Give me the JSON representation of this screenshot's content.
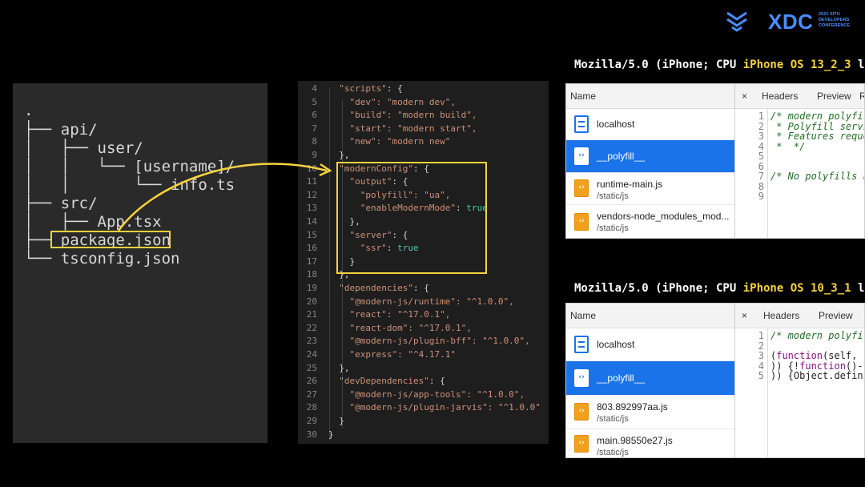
{
  "logo": {
    "brand": "XDC",
    "conference_lines": "2021 XITU\nDEVELOPERS\nCONFERENCE"
  },
  "file_tree": {
    "lines": [
      ".",
      "├── api/",
      "│   ├── user/",
      "│   │   └── [username]/",
      "│   │       └── info.ts",
      "├── src/",
      "│   ├── App.tsx",
      "├── package.json",
      "└── tsconfig.json"
    ]
  },
  "code": {
    "lines": [
      {
        "n": "4",
        "indent": "  ",
        "key": "\"scripts\"",
        "rest": ": {"
      },
      {
        "n": "5",
        "indent": "    ",
        "key": "\"dev\"",
        "rest": ": \"modern dev\","
      },
      {
        "n": "6",
        "indent": "    ",
        "key": "\"build\"",
        "rest": ": \"modern build\","
      },
      {
        "n": "7",
        "indent": "    ",
        "key": "\"start\"",
        "rest": ": \"modern start\","
      },
      {
        "n": "8",
        "indent": "    ",
        "key": "\"new\"",
        "rest": ": \"modern new\""
      },
      {
        "n": "9",
        "indent": "  ",
        "key": "",
        "rest": "},"
      },
      {
        "n": "10",
        "indent": "  ",
        "key": "\"modernConfig\"",
        "rest": ": {"
      },
      {
        "n": "11",
        "indent": "    ",
        "key": "\"output\"",
        "rest": ": {"
      },
      {
        "n": "12",
        "indent": "      ",
        "key": "\"polyfill\"",
        "rest": ": \"ua\","
      },
      {
        "n": "13",
        "indent": "      ",
        "key": "\"enableModernMode\"",
        "rest": ": ",
        "bool": "true"
      },
      {
        "n": "14",
        "indent": "    ",
        "key": "",
        "rest": "},"
      },
      {
        "n": "15",
        "indent": "    ",
        "key": "\"server\"",
        "rest": ": {"
      },
      {
        "n": "16",
        "indent": "      ",
        "key": "\"ssr\"",
        "rest": ": ",
        "bool": "true"
      },
      {
        "n": "17",
        "indent": "    ",
        "key": "",
        "rest": "}"
      },
      {
        "n": "18",
        "indent": "  ",
        "key": "",
        "rest": "},"
      },
      {
        "n": "19",
        "indent": "  ",
        "key": "\"dependencies\"",
        "rest": ": {"
      },
      {
        "n": "20",
        "indent": "    ",
        "key": "\"@modern-js/runtime\"",
        "rest": ": \"^1.0.0\","
      },
      {
        "n": "21",
        "indent": "    ",
        "key": "\"react\"",
        "rest": ": \"^17.0.1\","
      },
      {
        "n": "22",
        "indent": "    ",
        "key": "\"react-dom\"",
        "rest": ": \"^17.0.1\","
      },
      {
        "n": "23",
        "indent": "    ",
        "key": "\"@modern-js/plugin-bff\"",
        "rest": ": \"^1.0.0\","
      },
      {
        "n": "24",
        "indent": "    ",
        "key": "\"express\"",
        "rest": ": \"^4.17.1\""
      },
      {
        "n": "25",
        "indent": "  ",
        "key": "",
        "rest": "},"
      },
      {
        "n": "26",
        "indent": "  ",
        "key": "\"devDependencies\"",
        "rest": ": {"
      },
      {
        "n": "27",
        "indent": "    ",
        "key": "\"@modern-js/app-tools\"",
        "rest": ": \"^1.0.0\","
      },
      {
        "n": "28",
        "indent": "    ",
        "key": "\"@modern-js/plugin-jarvis\"",
        "rest": ": \"^1.0.0\""
      },
      {
        "n": "29",
        "indent": "  ",
        "key": "",
        "rest": "}"
      },
      {
        "n": "30",
        "indent": "",
        "key": "",
        "rest": "}"
      }
    ]
  },
  "ua_top": {
    "prefix": "Mozilla/5.0 (iPhone; CPU ",
    "highlight": "iPhone OS 13_2_3",
    "suffix": " l"
  },
  "ua_bottom": {
    "prefix": "Mozilla/5.0 (iPhone; CPU ",
    "highlight": "iPhone OS 10_3_1",
    "suffix": " l"
  },
  "devtools_top": {
    "name_header": "Name",
    "tabs": [
      "×",
      "Headers",
      "Preview",
      "R"
    ],
    "rows": [
      {
        "name": "localhost",
        "sub": "",
        "icon": "doc-icon",
        "selected": false
      },
      {
        "name": "__polyfill__",
        "sub": "",
        "icon": "js-icon",
        "selected": true
      },
      {
        "name": "runtime-main.js",
        "sub": "/static/js",
        "icon": "js-icon",
        "selected": false
      },
      {
        "name": "vendors-node_modules_mod...",
        "sub": "/static/js",
        "icon": "js-icon",
        "selected": false
      }
    ],
    "code": [
      {
        "n": "1",
        "text": "/* modern polyfil",
        "cls": "cm"
      },
      {
        "n": "2",
        "text": " * Polyfill servi",
        "cls": "cm"
      },
      {
        "n": "3",
        "text": " * Features reque",
        "cls": "cm"
      },
      {
        "n": "4",
        "text": " *  */",
        "cls": "cm"
      },
      {
        "n": "5",
        "text": "",
        "cls": "tx"
      },
      {
        "n": "6",
        "text": "",
        "cls": "tx"
      },
      {
        "n": "7",
        "text": "/* No polyfills n",
        "cls": "cm"
      },
      {
        "n": "8",
        "text": "",
        "cls": "tx"
      },
      {
        "n": "9",
        "text": "",
        "cls": "tx"
      }
    ]
  },
  "devtools_bottom": {
    "name_header": "Name",
    "tabs": [
      "×",
      "Headers",
      "Preview"
    ],
    "rows": [
      {
        "name": "localhost",
        "sub": "",
        "icon": "doc-icon",
        "selected": false
      },
      {
        "name": "__polyfill__",
        "sub": "",
        "icon": "js-icon",
        "selected": true
      },
      {
        "name": "803.892997aa.js",
        "sub": "/static/js",
        "icon": "js-icon",
        "selected": false
      },
      {
        "name": "main.98550e27.js",
        "sub": "/static/js",
        "icon": "js-icon",
        "selected": false
      }
    ],
    "code": [
      {
        "n": "1",
        "text": "/* modern polyfi",
        "cls": "cm"
      },
      {
        "n": "2",
        "text": "",
        "cls": "tx"
      },
      {
        "n": "3",
        "text": "(function(self, ",
        "cls": "tx",
        "kw": "function"
      },
      {
        "n": "4",
        "text": ")) {!function()-",
        "cls": "tx",
        "kw": "function"
      },
      {
        "n": "5",
        "text": ")) {Object.defin",
        "cls": "tx"
      }
    ]
  }
}
